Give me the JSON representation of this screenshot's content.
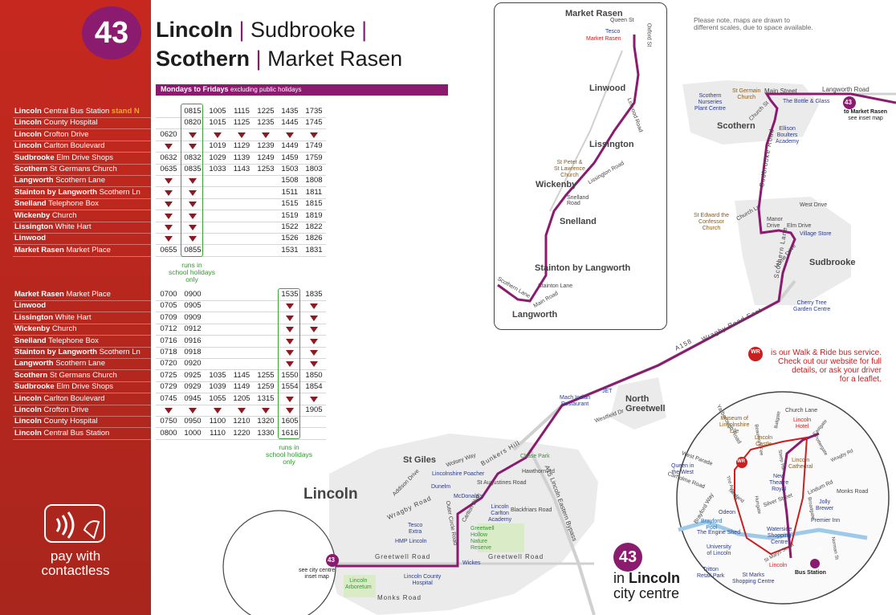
{
  "route_number": "43",
  "title_line1": {
    "a": "Lincoln",
    "b": "Sudbrooke"
  },
  "title_line2": {
    "a": "Scothern",
    "b": "Market Rasen"
  },
  "days_label": "Mondays to Fridays",
  "days_note": "excluding public holidays",
  "outbound_stops": [
    {
      "town": "Lincoln",
      "stop": "Central Bus Station",
      "extra": "stand N"
    },
    {
      "town": "Lincoln",
      "stop": "County Hospital"
    },
    {
      "town": "Lincoln",
      "stop": "Crofton Drive"
    },
    {
      "town": "Lincoln",
      "stop": "Carlton Boulevard"
    },
    {
      "town": "Sudbrooke",
      "stop": "Elm Drive Shops"
    },
    {
      "town": "Scothern",
      "stop": "St Germans Church"
    },
    {
      "town": "Langworth",
      "stop": "Scothern Lane"
    },
    {
      "town": "Stainton by Langworth",
      "stop": "Scothern Ln"
    },
    {
      "town": "Snelland",
      "stop": "Telephone Box"
    },
    {
      "town": "Wickenby",
      "stop": "Church"
    },
    {
      "town": "Lissington",
      "stop": "White Hart"
    },
    {
      "town": "Linwood",
      "stop": ""
    },
    {
      "town": "Market Rasen",
      "stop": "Market Place"
    }
  ],
  "outbound_times": [
    [
      "",
      "0815",
      "1005",
      "1115",
      "1225",
      "1435",
      "1735"
    ],
    [
      "",
      "0820",
      "1015",
      "1125",
      "1235",
      "1445",
      "1745"
    ],
    [
      "0620",
      "v",
      "v",
      "v",
      "v",
      "v",
      "v"
    ],
    [
      "v",
      "v",
      "1019",
      "1129",
      "1239",
      "1449",
      "1749"
    ],
    [
      "0632",
      "0832",
      "1029",
      "1139",
      "1249",
      "1459",
      "1759"
    ],
    [
      "0635",
      "0835",
      "1033",
      "1143",
      "1253",
      "1503",
      "1803"
    ],
    [
      "v",
      "v",
      "",
      "",
      "",
      "1508",
      "1808"
    ],
    [
      "v",
      "v",
      "",
      "",
      "",
      "1511",
      "1811"
    ],
    [
      "v",
      "v",
      "",
      "",
      "",
      "1515",
      "1815"
    ],
    [
      "v",
      "v",
      "",
      "",
      "",
      "1519",
      "1819"
    ],
    [
      "v",
      "v",
      "",
      "",
      "",
      "1522",
      "1822"
    ],
    [
      "v",
      "v",
      "",
      "",
      "",
      "1526",
      "1826"
    ],
    [
      "0655",
      "0855",
      "",
      "",
      "",
      "1531",
      "1831"
    ]
  ],
  "inbound_stops": [
    {
      "town": "Market Rasen",
      "stop": "Market Place"
    },
    {
      "town": "Linwood",
      "stop": ""
    },
    {
      "town": "Lissington",
      "stop": "White Hart"
    },
    {
      "town": "Wickenby",
      "stop": "Church"
    },
    {
      "town": "Snelland",
      "stop": "Telephone Box"
    },
    {
      "town": "Stainton by Langworth",
      "stop": "Scothern Ln"
    },
    {
      "town": "Langworth",
      "stop": "Scothern Lane"
    },
    {
      "town": "Scothern",
      "stop": "St Germans Church"
    },
    {
      "town": "Sudbrooke",
      "stop": "Elm Drive Shops"
    },
    {
      "town": "Lincoln",
      "stop": "Carlton Boulevard"
    },
    {
      "town": "Lincoln",
      "stop": "Crofton Drive"
    },
    {
      "town": "Lincoln",
      "stop": "County Hospital"
    },
    {
      "town": "Lincoln",
      "stop": "Central Bus Station"
    }
  ],
  "inbound_times": [
    [
      "0700",
      "0900",
      "",
      "",
      "",
      "1535",
      "1835"
    ],
    [
      "0705",
      "0905",
      "",
      "",
      "",
      "v",
      "v"
    ],
    [
      "0709",
      "0909",
      "",
      "",
      "",
      "v",
      "v"
    ],
    [
      "0712",
      "0912",
      "",
      "",
      "",
      "v",
      "v"
    ],
    [
      "0716",
      "0916",
      "",
      "",
      "",
      "v",
      "v"
    ],
    [
      "0718",
      "0918",
      "",
      "",
      "",
      "v",
      "v"
    ],
    [
      "0720",
      "0920",
      "",
      "",
      "",
      "v",
      "v"
    ],
    [
      "0725",
      "0925",
      "1035",
      "1145",
      "1255",
      "1550",
      "1850"
    ],
    [
      "0729",
      "0929",
      "1039",
      "1149",
      "1259",
      "1554",
      "1854"
    ],
    [
      "0745",
      "0945",
      "1055",
      "1205",
      "1315",
      "v",
      "v"
    ],
    [
      "v",
      "v",
      "v",
      "v",
      "v",
      "v",
      "1905"
    ],
    [
      "0750",
      "0950",
      "1100",
      "1210",
      "1320",
      "1605",
      ""
    ],
    [
      "0800",
      "1000",
      "1110",
      "1220",
      "1330",
      "1616",
      ""
    ]
  ],
  "school_note_1": [
    "runs in",
    "school holidays",
    "only"
  ],
  "school_note_2": [
    "runs in",
    "school holidays",
    "only"
  ],
  "pay_text": [
    "pay with",
    "contactless"
  ],
  "map_note": [
    "Please note, maps are drawn to",
    "different scales, due to space available."
  ],
  "wr_badge": "WR",
  "wr_text": [
    "is our Walk & Ride bus service.",
    "Check out our website for full",
    "details, or ask your driver",
    "for a leaflet."
  ],
  "city_text": [
    "in",
    "Lincoln",
    "city centre"
  ],
  "to_market_rasen": [
    "to Market Rasen",
    "see inset map"
  ],
  "see_city_centre": [
    "see city centre",
    "inset map"
  ],
  "towns": {
    "market_rasen": "Market Rasen",
    "linwood": "Linwood",
    "lissington": "Lissington",
    "wickenby": "Wickenby",
    "snelland": "Snelland",
    "stainton": "Stainton by Langworth",
    "langworth": "Langworth",
    "scothern": "Scothern",
    "sudbrooke": "Sudbrooke",
    "north_greetwell": [
      "North",
      "Greetwell"
    ],
    "st_giles": "St Giles",
    "lincoln": "Lincoln"
  },
  "roads": {
    "queen_st": "Queen St",
    "oxford_st": "Oxford St",
    "linwood_road": "Linwood Road",
    "lissington_road": "Lissington Road",
    "snelland_road": [
      "Snelland",
      "Road"
    ],
    "stainton_lane": "Stainton Lane",
    "main_road": "Main Road",
    "scothern_lane_inset": "Scothern Lane",
    "main_street": "Main Street",
    "langworth_road": "Langworth Road",
    "church_st": "Church St",
    "sudbrooke_road": "Sudbrooke Road",
    "scothern_lane": "Scothern Lane",
    "west_drive": "West Drive",
    "church_ln": "Church Ln",
    "manor_drive": [
      "Manor",
      "Drive"
    ],
    "elm_drive": "Elm Drive",
    "home_drive": "Home Drive",
    "a158": "A158",
    "wragby_road_east": "Wragby Road East",
    "westfield_dr": "Westfield Dr",
    "bunkers_hill": "Bunkers Hill",
    "hawthorn_rd": "Hawthorn Rd",
    "st_augustines_road": "St Augustines Road",
    "a15": "A15",
    "lincoln_eastern_bypass": "Lincoln Eastern Bypass",
    "wolsey_way": "Wolsey Way",
    "addison_drive": "Addison Drive",
    "wragby_road": "Wragby Road",
    "outer_circle_road": "Outer Circle Road",
    "carlton_blvd": "Carlton Blvd",
    "blackfriars_road": "Blackfriars Road",
    "greetwell_road": "Greetwell Road",
    "greetwell_road_2": "Greetwell Road",
    "monks_road": "Monks Road",
    "church_lane": "Church Lane",
    "yarborough_road": "Yarborough Road",
    "west_parade": "West Parade",
    "carholme_road": "Carholme Road",
    "brayford_way": "Brayford Way",
    "lindum_rd": "Lindum Rd",
    "monks_road_city": "Monks Road",
    "wragby_rd": "Wragby Rd",
    "silver_street": "Silver Street",
    "broadgate": "Broadgate",
    "newland": "Newland",
    "the_avenue": "The Avenue",
    "steep_hill": "Steep Hill",
    "st_marys_street": "St Marys Street",
    "norman_st": "Norman St",
    "eastgate": "Eastgate",
    "pottergate": "Pottergate",
    "bailgate": "Bailgate",
    "beaumont_fee": "Beaumont Fee",
    "hungate": "Hungate",
    "lindum_road": "Lindum Road"
  },
  "pois": {
    "tesco_mr": "Tesco",
    "market_rasen_station": "Market Rasen",
    "st_peter": [
      "St Peter &",
      "St Lawrence",
      "Church"
    ],
    "scothern_nurseries": [
      "Scothern",
      "Nurseries",
      "Plant Centre"
    ],
    "st_germain": [
      "St Germain",
      "Church"
    ],
    "bottle_glass": "The Bottle & Glass",
    "ellison": [
      "Ellison",
      "Boulters",
      "Academy"
    ],
    "st_edward": [
      "St Edward the",
      "Confessor",
      "Church"
    ],
    "village_store": "Village Store",
    "cherry_tree": [
      "Cherry Tree",
      "Garden Centre"
    ],
    "mach_indian": [
      "Mach Indian",
      "Restaurant"
    ],
    "jet": "JET",
    "chase_park": "Chase Park",
    "lincolnshire_poacher": "Lincolnshire Poacher",
    "dunelm": "Dunelm",
    "mcdonalds": "McDonald's",
    "carlton_academy": [
      "Lincoln",
      "Carlton",
      "Academy"
    ],
    "tesco_extra": [
      "Tesco",
      "Extra"
    ],
    "hmp_lincoln": "HMP Lincoln",
    "greetwell_hollow": [
      "Greetwell",
      "Hollow",
      "Nature",
      "Reserve"
    ],
    "wickes": "Wickes",
    "lincoln_arboretum": [
      "Lincoln",
      "Arboretum"
    ],
    "lincoln_county_hospital": [
      "Lincoln County",
      "Hospital"
    ],
    "museum": [
      "Museum of",
      "Lincolnshire",
      "Life"
    ],
    "lincoln_hotel": [
      "Lincoln",
      "Hotel"
    ],
    "lincoln_castle": [
      "Lincoln",
      "Castle"
    ],
    "lincoln_cathedral": [
      "Lincoln",
      "Cathedral"
    ],
    "queen_in_the_west": [
      "Queen in",
      "the West"
    ],
    "new_theatre_royal": [
      "New",
      "Theatre",
      "Royal"
    ],
    "jolly_brewer": [
      "Jolly",
      "Brewer"
    ],
    "odeon": "Odeon",
    "brayford_pool": [
      "Brayford",
      "Pool"
    ],
    "the_engine_shed": "The Engine Shed",
    "waterside": [
      "Waterside",
      "Shopping",
      "Centre"
    ],
    "premier_inn": "Premier Inn",
    "university": [
      "University",
      "of Lincoln"
    ],
    "tritton": [
      "Tritton",
      "Retail Park"
    ],
    "st_marks": [
      "St Marks",
      "Shopping Centre"
    ],
    "lincoln_station": "Lincoln",
    "bus_station": "Bus Station"
  },
  "colors": {
    "brand": "#8a1b6e",
    "red": "#c6281f",
    "route": "#8a1b6e",
    "green": "#3aa33a",
    "arrow": "#8a1b23"
  }
}
